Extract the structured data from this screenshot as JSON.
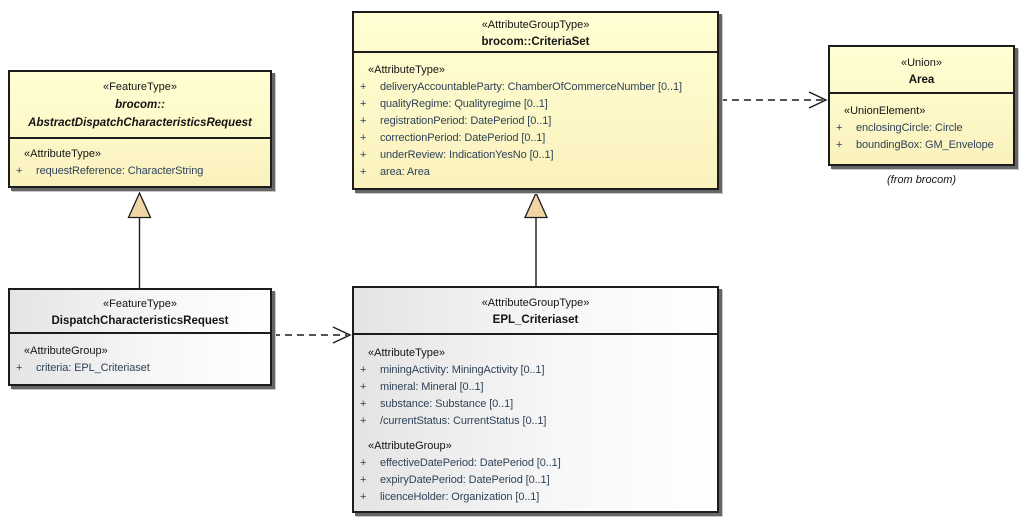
{
  "colors": {
    "canvas_bg": "#FFFFFF",
    "box_fill_yellow": "#FEFAC9",
    "box_fill_gray": "#E4E4E4",
    "border": "#1C1C1C",
    "attribute_text": "#2F4358",
    "stereotype_text": "#141414",
    "generalization_triangle_fill": "#F2D5A4",
    "shadow": "#666666"
  },
  "boxes": {
    "abstract_request": {
      "stereotype": "«FeatureType»",
      "name_line1": "brocom::",
      "name_line2": "AbstractDispatchCharacteristicsRequest",
      "sections": [
        {
          "header": "«AttributeType»",
          "attributes": [
            {
              "vis": "+",
              "text": "requestReference: CharacterString"
            }
          ]
        }
      ]
    },
    "criteriaset": {
      "stereotype": "«AttributeGroupType»",
      "name": "brocom::CriteriaSet",
      "sections": [
        {
          "header": "«AttributeType»",
          "attributes": [
            {
              "vis": "+",
              "text": "deliveryAccountableParty: ChamberOfCommerceNumber [0..1]"
            },
            {
              "vis": "+",
              "text": "qualityRegime: Qualityregime [0..1]"
            },
            {
              "vis": "+",
              "text": "registrationPeriod: DatePeriod [0..1]"
            },
            {
              "vis": "+",
              "text": "correctionPeriod: DatePeriod [0..1]"
            },
            {
              "vis": "+",
              "text": "underReview: IndicationYesNo [0..1]"
            },
            {
              "vis": "+",
              "text": "area: Area"
            }
          ]
        }
      ]
    },
    "area": {
      "stereotype": "«Union»",
      "name": "Area",
      "sections": [
        {
          "header": "«UnionElement»",
          "attributes": [
            {
              "vis": "+",
              "text": "enclosingCircle: Circle"
            },
            {
              "vis": "+",
              "text": "boundingBox: GM_Envelope"
            }
          ]
        }
      ],
      "caption": "(from brocom)"
    },
    "dispatch_request": {
      "stereotype": "«FeatureType»",
      "name": "DispatchCharacteristicsRequest",
      "sections": [
        {
          "header": "«AttributeGroup»",
          "attributes": [
            {
              "vis": "+",
              "text": "criteria: EPL_Criteriaset"
            }
          ]
        }
      ]
    },
    "epl_criteriaset": {
      "stereotype": "«AttributeGroupType»",
      "name": "EPL_Criteriaset",
      "sections": [
        {
          "header": "«AttributeType»",
          "attributes": [
            {
              "vis": "+",
              "text": "miningActivity: MiningActivity [0..1]"
            },
            {
              "vis": "+",
              "text": "mineral: Mineral [0..1]"
            },
            {
              "vis": "+",
              "text": "substance: Substance [0..1]"
            },
            {
              "vis": "+",
              "text": "/currentStatus: CurrentStatus [0..1]"
            }
          ]
        },
        {
          "header": "«AttributeGroup»",
          "attributes": [
            {
              "vis": "+",
              "text": "effectiveDatePeriod: DatePeriod [0..1]"
            },
            {
              "vis": "+",
              "text": "expiryDatePeriod: DatePeriod [0..1]"
            },
            {
              "vis": "+",
              "text": "licenceHolder: Organization [0..1]"
            }
          ]
        }
      ]
    }
  }
}
